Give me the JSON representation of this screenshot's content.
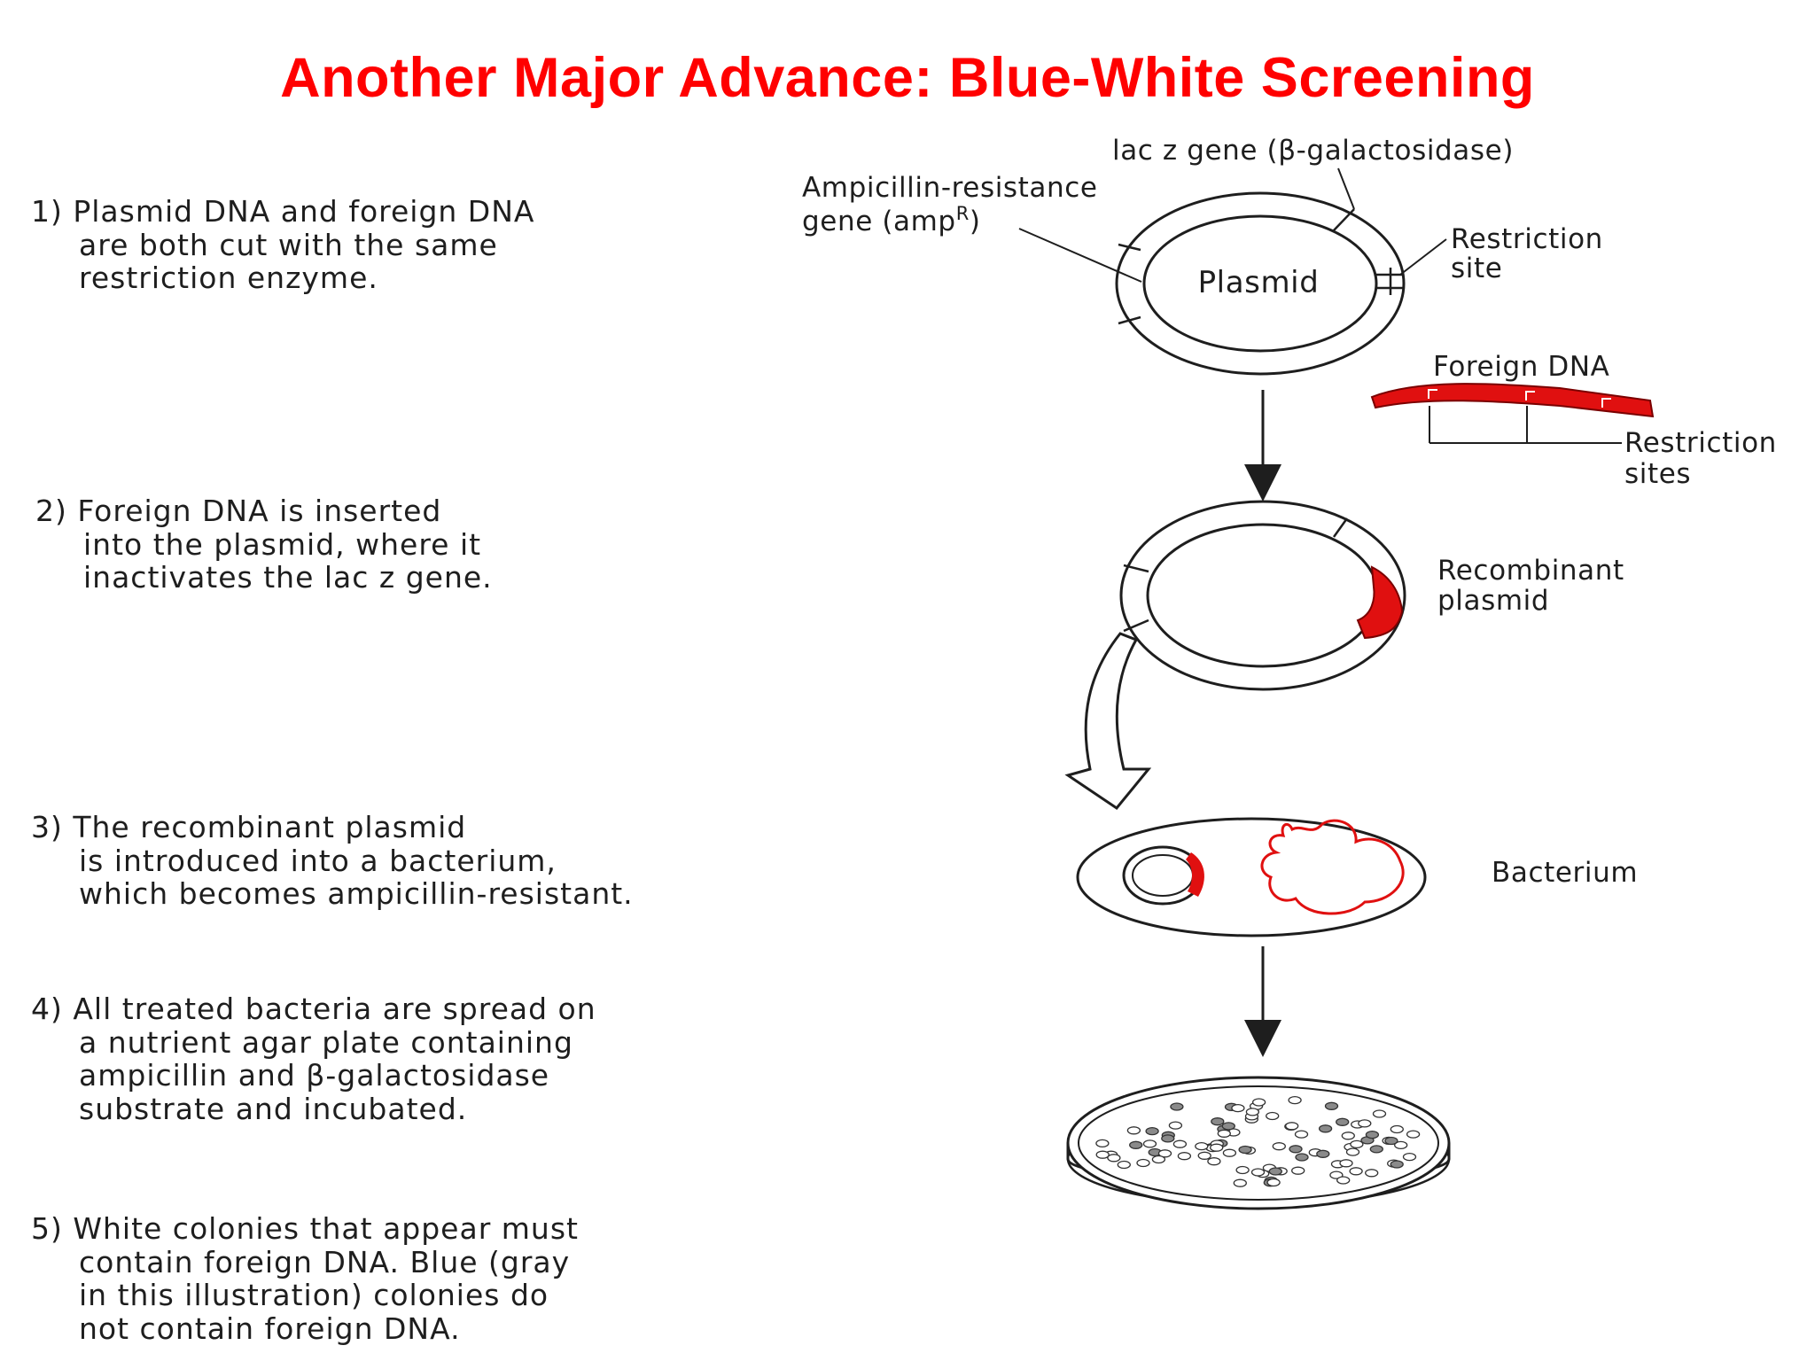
{
  "title": "Another Major Advance: Blue-White Screening",
  "steps": [
    {
      "lines": [
        "1) Plasmid DNA and foreign DNA",
        "are both cut with the same",
        "restriction enzyme."
      ]
    },
    {
      "lines": [
        "2) Foreign DNA is inserted",
        "into the plasmid, where it",
        "inactivates the lac z gene."
      ]
    },
    {
      "lines": [
        "3) The recombinant plasmid",
        "is introduced into a bacterium,",
        "which becomes ampicillin-resistant."
      ]
    },
    {
      "lines": [
        "4) All treated bacteria are spread on",
        "a nutrient agar plate containing",
        "ampicillin and β-galactosidase",
        "substrate and incubated."
      ]
    },
    {
      "lines": [
        "5) White colonies that appear must",
        "contain foreign DNA. Blue (gray",
        "in this illustration) colonies do",
        "not contain foreign DNA."
      ]
    }
  ],
  "labels": {
    "lacz": "lac z gene (β-galactosidase)",
    "amp_line1": "Ampicillin-resistance",
    "amp_line2": "gene (ampR)",
    "plasmid": "Plasmid",
    "restriction_site_1": "Restriction",
    "restriction_site_2": "site",
    "foreign_dna": "Foreign DNA",
    "restriction_sites_1": "Restriction",
    "restriction_sites_2": "sites",
    "recombinant_1": "Recombinant",
    "recombinant_2": "plasmid",
    "bacterium": "Bacterium"
  },
  "colors": {
    "title": "#ff0000",
    "insert": "#e01010",
    "ink": "#1e1e1e"
  }
}
